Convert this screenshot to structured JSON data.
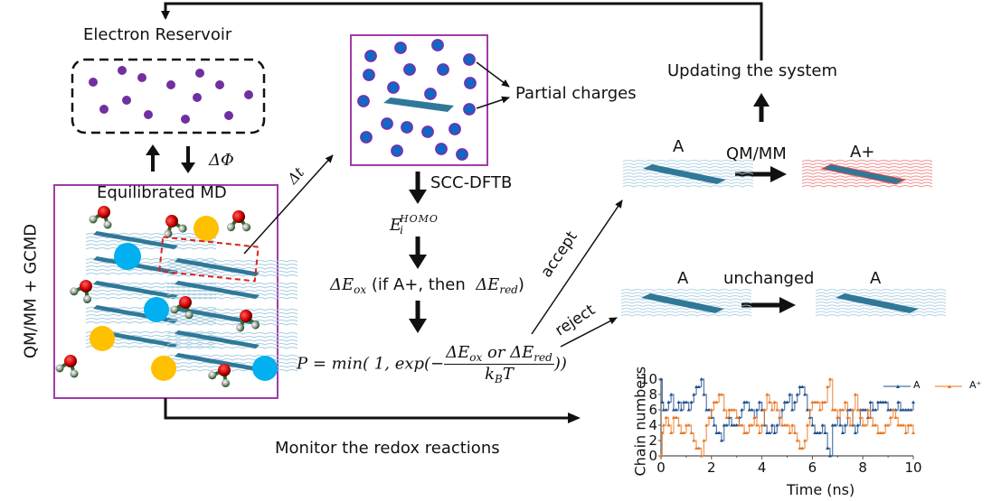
{
  "diagram": {
    "title": "QM/MM + GCMD redox simulation workflow",
    "labels": {
      "electron_reservoir": "Electron Reservoir",
      "delta_phi": "ΔΦ",
      "equilibrated_md": "Equilibrated MD",
      "qmmm_gcmd": "QM/MM + GCMD",
      "delta_t": "Δt",
      "partial_charges": "Partial charges",
      "scc_dftb": "SCC-DFTB",
      "e_homo_base": "E",
      "e_homo_sub": "i",
      "e_homo_sup": "HOMO",
      "delta_e_ox_prefix": "ΔE",
      "delta_e_ox_sub": "ox",
      "delta_e_cond": " (if A+, then  ",
      "delta_e_red_prefix": "ΔE",
      "delta_e_red_sub": "red",
      "delta_e_close": ")",
      "prob_lhs": "P = min( 1, exp(−",
      "prob_num_a": "ΔE",
      "prob_num_a_sub": "ox",
      "prob_num_or": " or ",
      "prob_num_b": "ΔE",
      "prob_num_b_sub": "red",
      "prob_den": "k",
      "prob_den_sub": "B",
      "prob_den_t": "T",
      "prob_rhs": "))",
      "accept": "accept",
      "reject": "reject",
      "updating": "Updating the system",
      "state_a_1": "A",
      "qmmm_arrow": "QM/MM",
      "state_a_plus": "A+",
      "state_a_2": "A",
      "unchanged": "unchanged",
      "state_a_3": "A",
      "monitor": "Monitor the redox reactions"
    },
    "colors": {
      "box_border": "#a03ca8",
      "reservoir_dot": "#7030a0",
      "charge_dot_fill": "#0a6bc4",
      "charge_dot_ring": "#7a2fb0",
      "sheet": "#2f7898",
      "chain_neutral": "#a8cde0",
      "chain_charged": "#f08080",
      "ion_yellow": "#ffc000",
      "ion_blue": "#00b0f0",
      "highlight_box": "#e02020"
    }
  },
  "chart_data": {
    "type": "line",
    "title": "",
    "xlabel": "Time (ns)",
    "ylabel": "Chain numbers",
    "xlim": [
      0,
      10
    ],
    "ylim": [
      0,
      10
    ],
    "xticks": [
      0,
      2,
      4,
      6,
      8,
      10
    ],
    "yticks": [
      0,
      2,
      4,
      6,
      8,
      10
    ],
    "legend": {
      "position": "top-right",
      "entries": [
        "A",
        "A⁺"
      ]
    },
    "series": [
      {
        "name": "A",
        "color": "#1f4e8c",
        "x": [
          0,
          0.05,
          0.1,
          0.2,
          0.3,
          0.4,
          0.5,
          0.6,
          0.7,
          0.8,
          0.9,
          1.0,
          1.1,
          1.2,
          1.3,
          1.4,
          1.5,
          1.6,
          1.7,
          1.8,
          1.9,
          2.0,
          2.1,
          2.2,
          2.3,
          2.4,
          2.5,
          2.6,
          2.7,
          2.8,
          2.9,
          3.0,
          3.1,
          3.2,
          3.3,
          3.4,
          3.5,
          3.6,
          3.7,
          3.8,
          3.9,
          4.0,
          4.1,
          4.2,
          4.3,
          4.4,
          4.5,
          4.6,
          4.7,
          4.8,
          4.9,
          5.0,
          5.1,
          5.2,
          5.3,
          5.4,
          5.5,
          5.6,
          5.7,
          5.8,
          5.9,
          6.0,
          6.1,
          6.2,
          6.3,
          6.4,
          6.5,
          6.6,
          6.7,
          6.8,
          6.9,
          7.0,
          7.1,
          7.2,
          7.3,
          7.4,
          7.5,
          7.6,
          7.7,
          7.8,
          7.9,
          8.0,
          8.1,
          8.2,
          8.3,
          8.4,
          8.5,
          8.6,
          8.7,
          8.8,
          8.9,
          9.0,
          9.1,
          9.2,
          9.3,
          9.4,
          9.5,
          9.6,
          9.7,
          9.8,
          9.9,
          10.0
        ],
        "values": [
          10,
          7,
          6,
          6,
          7,
          8,
          6,
          6,
          7,
          6,
          7,
          7,
          6,
          7,
          8,
          9,
          9,
          10,
          8,
          6,
          6,
          5,
          4,
          3,
          3,
          2,
          4,
          4,
          5,
          4,
          4,
          4,
          5,
          6,
          7,
          7,
          6,
          6,
          5,
          6,
          7,
          6,
          4,
          3,
          3,
          4,
          3,
          4,
          5,
          6,
          7,
          7,
          8,
          6,
          7,
          8,
          9,
          9,
          8,
          6,
          5,
          4,
          3,
          3,
          3,
          4,
          3,
          1,
          0,
          4,
          4,
          5,
          4,
          3,
          4,
          6,
          6,
          4,
          3,
          4,
          6,
          6,
          6,
          5,
          7,
          6,
          6,
          7,
          7,
          7,
          7,
          6,
          6,
          6,
          6,
          7,
          6,
          6,
          6,
          6,
          6,
          7
        ]
      },
      {
        "name": "A⁺",
        "color": "#e87722",
        "x": [
          0,
          0.05,
          0.1,
          0.2,
          0.3,
          0.4,
          0.5,
          0.6,
          0.7,
          0.8,
          0.9,
          1.0,
          1.1,
          1.2,
          1.3,
          1.4,
          1.5,
          1.6,
          1.7,
          1.8,
          1.9,
          2.0,
          2.1,
          2.2,
          2.3,
          2.4,
          2.5,
          2.6,
          2.7,
          2.8,
          2.9,
          3.0,
          3.1,
          3.2,
          3.3,
          3.4,
          3.5,
          3.6,
          3.7,
          3.8,
          3.9,
          4.0,
          4.1,
          4.2,
          4.3,
          4.4,
          4.5,
          4.6,
          4.7,
          4.8,
          4.9,
          5.0,
          5.1,
          5.2,
          5.3,
          5.4,
          5.5,
          5.6,
          5.7,
          5.8,
          5.9,
          6.0,
          6.1,
          6.2,
          6.3,
          6.4,
          6.5,
          6.6,
          6.7,
          6.8,
          6.9,
          7.0,
          7.1,
          7.2,
          7.3,
          7.4,
          7.5,
          7.6,
          7.7,
          7.8,
          7.9,
          8.0,
          8.1,
          8.2,
          8.3,
          8.4,
          8.5,
          8.6,
          8.7,
          8.8,
          8.9,
          9.0,
          9.1,
          9.2,
          9.3,
          9.4,
          9.5,
          9.6,
          9.7,
          9.8,
          9.9,
          10.0
        ],
        "values": [
          0,
          3,
          4,
          5,
          4,
          3,
          5,
          5,
          4,
          3,
          3,
          4,
          4,
          3,
          2,
          1,
          1,
          0,
          2,
          4,
          5,
          6,
          7,
          7,
          8,
          8,
          6,
          5,
          6,
          6,
          6,
          5,
          4,
          4,
          3,
          3,
          4,
          4,
          5,
          4,
          3,
          4,
          6,
          8,
          7,
          6,
          7,
          6,
          5,
          4,
          4,
          4,
          3,
          4,
          3,
          2,
          1,
          1,
          2,
          4,
          6,
          7,
          7,
          7,
          6,
          7,
          7,
          9,
          10,
          6,
          6,
          5,
          6,
          6,
          7,
          5,
          4,
          6,
          8,
          6,
          5,
          4,
          4,
          6,
          5,
          4,
          4,
          3,
          3,
          3,
          4,
          4,
          5,
          6,
          5,
          4,
          4,
          4,
          3,
          4,
          4,
          3
        ]
      }
    ]
  }
}
